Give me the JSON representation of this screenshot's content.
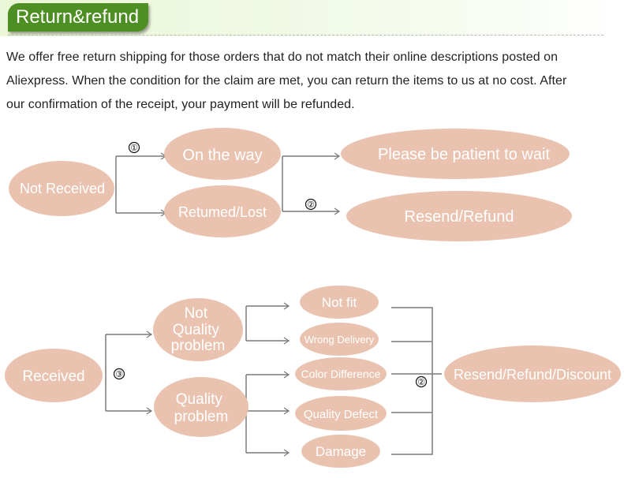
{
  "header": {
    "title": "Return&refund"
  },
  "intro": {
    "lines": [
      "We offer free return shipping for  those orders that do not  match their online descriptions  posted on",
      "Aliexpress. When the condition for the claim are met, you can return the items to us at no cost. After",
      "our confirmation of the receipt, your payment will be refunded."
    ]
  },
  "colors": {
    "accent_green": "#4e8f24",
    "node_fill": "#e9c3b0",
    "node_text": "#ffffff",
    "connector": "#7a7a7a"
  },
  "flow_not_received": {
    "start": "Not Received",
    "marker_1": "①",
    "branch_a": "On the way",
    "branch_b": "Retumed/Lost",
    "marker_2": "②",
    "outcome_a": "Please be patient to wait",
    "outcome_b": "Resend/Refund"
  },
  "flow_received": {
    "start": "Received",
    "marker_3": "③",
    "not_quality": [
      "Not",
      "Quality",
      "problem"
    ],
    "quality": [
      "Quality",
      "problem"
    ],
    "reasons": [
      "Not fit",
      "Wrong Delivery",
      "Color Difference",
      "Quality Defect",
      "Damage"
    ],
    "marker_2": "②",
    "outcome": "Resend/Refund/Discount"
  }
}
